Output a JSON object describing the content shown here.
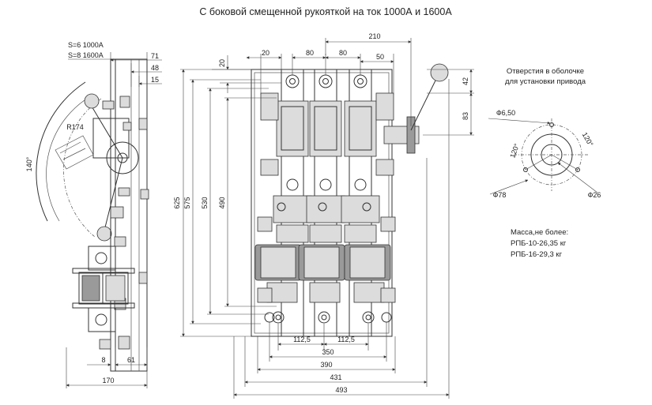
{
  "title": "С боковой смещенной рукояткой на ток 1000А и 1600А",
  "side_view": {
    "s_label_1": "S=6 1000А",
    "s_label_2": "S=8 1600А",
    "radius_label": "R174",
    "angle_label": "140°",
    "dims": {
      "d71": "71",
      "d48": "48",
      "d15": "15",
      "d8": "8",
      "d61": "61",
      "d170": "170"
    }
  },
  "front_view": {
    "dims_top": {
      "d210": "210",
      "d20": "20",
      "d80a": "80",
      "d80b": "80",
      "d50": "50",
      "d20v": "20"
    },
    "dims_right": {
      "d42": "42",
      "d83": "83"
    },
    "dims_left": {
      "d625": "625",
      "d575": "575",
      "d530": "530",
      "d490": "490"
    },
    "dims_bottom": {
      "d112a": "112,5",
      "d112b": "112,5",
      "d350": "350",
      "d390": "390",
      "d431": "431",
      "d493": "493"
    }
  },
  "mount_holes": {
    "heading_line1": "Отверстия в оболочке",
    "heading_line2": "для установки привода",
    "d650": "Ф6,50",
    "d78": "Ф78",
    "d26": "Ф26",
    "angle_a": "120°",
    "angle_b": "120°"
  },
  "mass": {
    "heading": "Масса,не более:",
    "line1": "РПБ-10-26,35 кг",
    "line2": "РПБ-16-29,3 кг"
  }
}
